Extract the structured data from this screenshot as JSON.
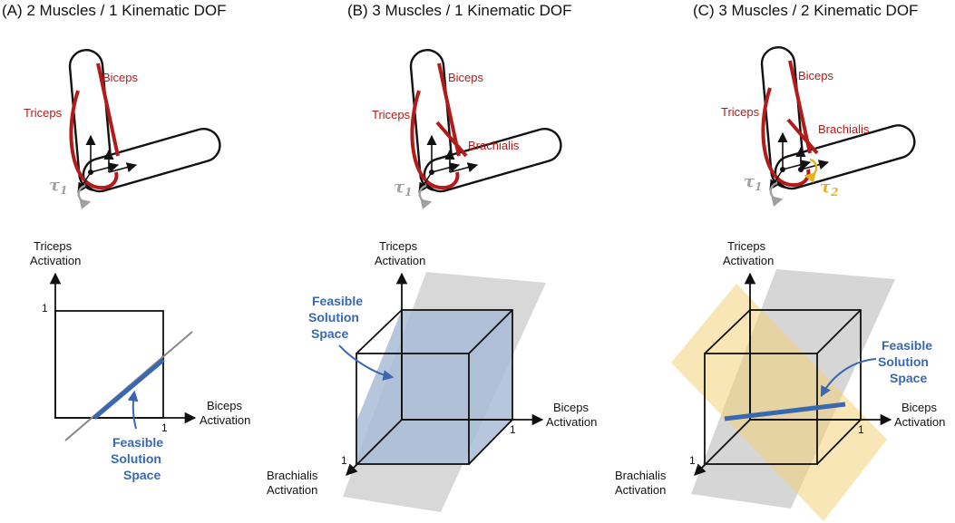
{
  "colors": {
    "muscle": "#b31b1b",
    "feasible": "#3a68b0",
    "plane_gray": "#c8c8c8",
    "plane_yellow": "#f3d27a",
    "tau1": "#a0a0a0",
    "tau2": "#e8b21a"
  },
  "panels": [
    {
      "title": "(A) 2 Muscles / 1 Kinematic DOF",
      "muscles": [
        "Biceps",
        "Triceps"
      ],
      "torques": {
        "t1": "τ",
        "t1_sub": "1"
      },
      "axes": {
        "y_line1": "Triceps",
        "y_line2": "Activation",
        "x_line1": "Biceps",
        "x_line2": "Activation",
        "tick_y": "1",
        "tick_x": "1"
      },
      "feasible": [
        "Feasible",
        "Solution",
        "Space"
      ]
    },
    {
      "title": "(B) 3 Muscles / 1 Kinematic DOF",
      "muscles": [
        "Biceps",
        "Triceps",
        "Brachialis"
      ],
      "torques": {
        "t1": "τ",
        "t1_sub": "1"
      },
      "axes": {
        "y_line1": "Triceps",
        "y_line2": "Activation",
        "x_line1": "Biceps",
        "x_line2": "Activation",
        "z_line1": "Brachialis",
        "z_line2": "Activation",
        "tick_x": "1",
        "tick_z": "1"
      },
      "feasible": [
        "Feasible",
        "Solution",
        "Space"
      ]
    },
    {
      "title": "(C) 3 Muscles / 2 Kinematic DOF",
      "muscles": [
        "Biceps",
        "Triceps",
        "Brachialis"
      ],
      "torques": {
        "t1": "τ",
        "t1_sub": "1",
        "t2": "τ",
        "t2_sub": "2"
      },
      "axes": {
        "y_line1": "Triceps",
        "y_line2": "Activation",
        "x_line1": "Biceps",
        "x_line2": "Activation",
        "z_line1": "Brachialis",
        "z_line2": "Activation",
        "tick_x": "1",
        "tick_z": "1"
      },
      "feasible": [
        "Feasible",
        "Solution",
        "Space"
      ]
    }
  ]
}
